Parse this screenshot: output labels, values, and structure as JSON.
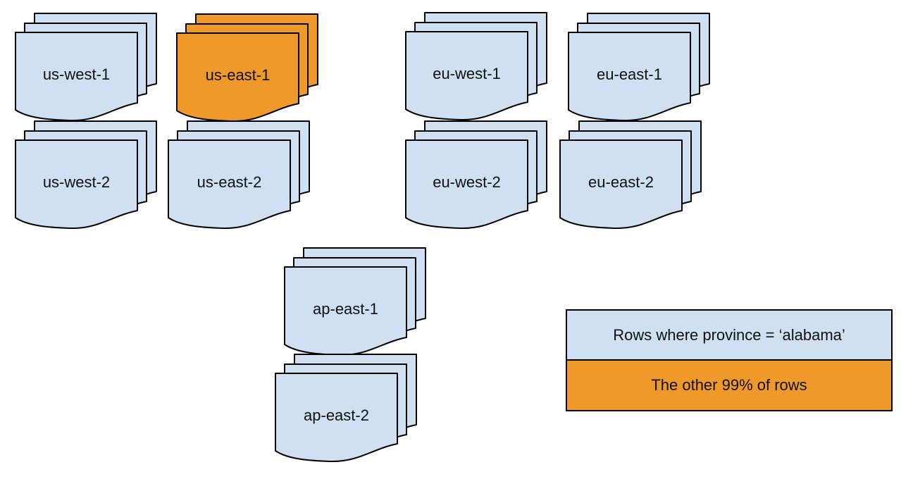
{
  "colors": {
    "region_fill": "#CFE0F3",
    "highlight_fill": "#F0992B",
    "outline": "#000000",
    "text": "#111111"
  },
  "stacks": [
    {
      "id": "us-west-1",
      "label": "us-west-1",
      "highlight": false,
      "sheet_count": 3
    },
    {
      "id": "us-east-1",
      "label": "us-east-1",
      "highlight": true,
      "sheet_count": 3
    },
    {
      "id": "eu-west-1",
      "label": "eu-west-1",
      "highlight": false,
      "sheet_count": 3
    },
    {
      "id": "eu-east-1",
      "label": "eu-east-1",
      "highlight": false,
      "sheet_count": 3
    },
    {
      "id": "us-west-2",
      "label": "us-west-2",
      "highlight": false,
      "sheet_count": 3
    },
    {
      "id": "us-east-2",
      "label": "us-east-2",
      "highlight": false,
      "sheet_count": 3
    },
    {
      "id": "eu-west-2",
      "label": "eu-west-2",
      "highlight": false,
      "sheet_count": 3
    },
    {
      "id": "eu-east-2",
      "label": "eu-east-2",
      "highlight": false,
      "sheet_count": 3
    },
    {
      "id": "ap-east-1",
      "label": "ap-east-1",
      "highlight": false,
      "sheet_count": 3
    },
    {
      "id": "ap-east-2",
      "label": "ap-east-2",
      "highlight": false,
      "sheet_count": 3
    }
  ],
  "legend": {
    "items": [
      {
        "label": "Rows where province = ‘alabama’",
        "fill": "#CFE0F3"
      },
      {
        "label": "The other 99% of rows",
        "fill": "#F0992B"
      }
    ]
  }
}
